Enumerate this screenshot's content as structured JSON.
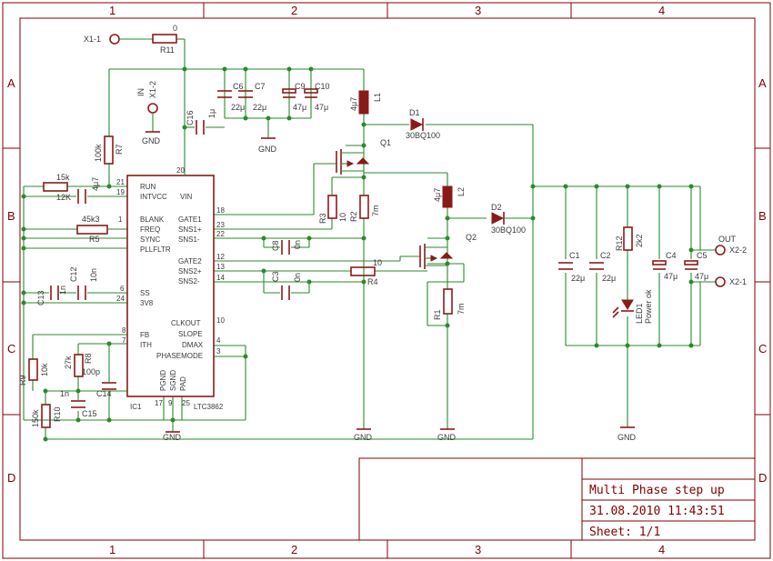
{
  "frame": {
    "columns": [
      "1",
      "2",
      "3",
      "4"
    ],
    "rows": [
      "A",
      "B",
      "C",
      "D"
    ]
  },
  "title_block": {
    "title": "Multi Phase step up",
    "date": "31.08.2010 11:43:51",
    "sheet": "Sheet: 1/1"
  },
  "ic": {
    "name": "IC1",
    "part": "LTC3862",
    "left_pins": [
      {
        "num": "21",
        "name": "RUN"
      },
      {
        "num": "19",
        "name": "INTVCC"
      },
      {
        "num": "1",
        "name": "BLANK"
      },
      {
        "num": "",
        "name": "FREQ"
      },
      {
        "num": "",
        "name": "SYNC"
      },
      {
        "num": "",
        "name": "PLLFLTR"
      },
      {
        "num": "6",
        "name": "SS"
      },
      {
        "num": "24",
        "name": "3V8"
      },
      {
        "num": "8",
        "name": "FB"
      },
      {
        "num": "7",
        "name": "ITH"
      }
    ],
    "right_pins": [
      {
        "num": "",
        "name": "VIN"
      },
      {
        "num": "18",
        "name": "GATE1"
      },
      {
        "num": "23",
        "name": "SNS1+"
      },
      {
        "num": "22",
        "name": "SNS1-"
      },
      {
        "num": "12",
        "name": "GATE2"
      },
      {
        "num": "13",
        "name": "SNS2+"
      },
      {
        "num": "14",
        "name": "SNS2-"
      },
      {
        "num": "10",
        "name": "CLKOUT"
      },
      {
        "num": "",
        "name": "SLOPE"
      },
      {
        "num": "4",
        "name": "DMAX"
      },
      {
        "num": "",
        "name": "PHASEMODE"
      }
    ],
    "bottom_pins": [
      {
        "num": "17",
        "name": "PGND"
      },
      {
        "num": "9",
        "name": "SGND"
      },
      {
        "num": "25",
        "name": "PAD"
      }
    ],
    "top_pin": "20",
    "dmax_pin2": "3"
  },
  "connectors": {
    "x1_1": "X1-1",
    "x1_2": "X1-2",
    "in_label": "IN",
    "x2_2": "X2-2",
    "x2_1": "X2-1",
    "out_label": "OUT"
  },
  "parts": {
    "r11": {
      "name": "R11",
      "value": "0"
    },
    "r7": {
      "name": "R7",
      "value": "100k"
    },
    "r_15k": {
      "value": "15k"
    },
    "c_12k": {
      "value": "12K"
    },
    "c_4u7": {
      "value": "4μ7"
    },
    "r5": {
      "name": "R5",
      "value": "45k3"
    },
    "c13": {
      "name": "C13",
      "value": "1n"
    },
    "c12": {
      "name": "C12",
      "value": "10n"
    },
    "r9": {
      "name": "R9",
      "value": "10k"
    },
    "r8": {
      "name": "R8",
      "value": "27k"
    },
    "c14": {
      "name": "C14",
      "value": "100p"
    },
    "c15": {
      "name": "C15",
      "value": "1n"
    },
    "r10": {
      "name": "R10",
      "value": "150k"
    },
    "c16": {
      "name": "C16",
      "value": "1μ"
    },
    "c6": {
      "name": "C6",
      "value": "22μ"
    },
    "c7": {
      "name": "C7",
      "value": "22μ"
    },
    "c9": {
      "name": "C9",
      "value": "47μ"
    },
    "c10": {
      "name": "C10",
      "value": "47μ"
    },
    "l1": {
      "name": "L1",
      "value": "4μ7"
    },
    "d1": {
      "name": "D1",
      "value": "30BQ100"
    },
    "q1": {
      "name": "Q1"
    },
    "r3": {
      "name": "R3",
      "value": "10"
    },
    "r2": {
      "name": "R2",
      "value": "7m"
    },
    "l2": {
      "name": "L2",
      "value": "4μ7"
    },
    "d2": {
      "name": "D2",
      "value": "30BQ100"
    },
    "q2": {
      "name": "Q2"
    },
    "c8": {
      "name": "C8",
      "value": "0n"
    },
    "c3": {
      "name": "C3",
      "value": "0n"
    },
    "r4": {
      "name": "R4",
      "value": "10"
    },
    "r1": {
      "name": "R1",
      "value": "7m"
    },
    "c1": {
      "name": "C1",
      "value": "22μ"
    },
    "c2": {
      "name": "C2",
      "value": "22μ"
    },
    "r12": {
      "name": "R12",
      "value": "2k2"
    },
    "led1": {
      "name": "LED1",
      "value": "Power ok"
    },
    "c4": {
      "name": "C4",
      "value": "47μ"
    },
    "c5": {
      "name": "C5",
      "value": "47μ"
    }
  },
  "gnd_label": "GND"
}
